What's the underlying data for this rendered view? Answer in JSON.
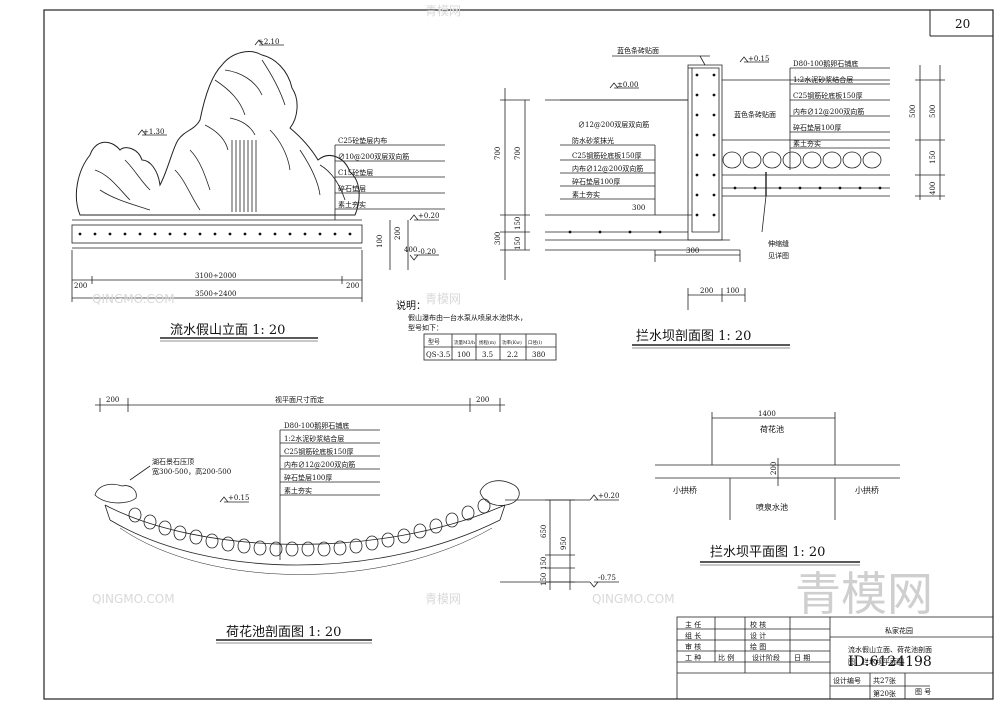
{
  "page_number": "20",
  "rockery": {
    "title": "流水假山立面   1:  20",
    "elev_top": "+2.10",
    "elev_mid": "+1.30",
    "elev_base": "+0.20",
    "elev_bottom": "-0.20",
    "layers": [
      "C25砼垫层内布",
      "∅10@200双层双向筋",
      "C15砼垫层",
      "碎石垫层",
      "素土夯实"
    ],
    "dims": [
      "3100÷2000",
      "3500÷2400",
      "200",
      "200",
      "100",
      "200",
      "400"
    ]
  },
  "note": {
    "title": "说明：",
    "line1": "假山瀑布由一台水泵从喷泉水池供水，",
    "line2": "型号如下：",
    "headers": [
      "型号",
      "流量M3/h",
      "扬程(m)",
      "功率(Kw)",
      "口径(l)"
    ],
    "row": [
      "QS-3.5",
      "100",
      "3.5",
      "2.2",
      "380"
    ]
  },
  "weir_section": {
    "title": "拦水坝剖面图   1:  20",
    "top_label": "蓝色条砖贴面",
    "side_label": "蓝色条砖贴面",
    "elev_pos": "+0.15",
    "elev_zero": "±0.00",
    "rebar_label": "∅12@200双层双向筋",
    "left_layers": [
      "防水砂浆抹光",
      "C25钢筋砼底板150厚",
      "内布∅12@200双向筋",
      "碎石垫层100厚",
      "素土夯实"
    ],
    "right_layers": [
      "D80-100鹅卵石铺底",
      "1:2水泥砂浆结合层",
      "C25钢筋砼底板150厚",
      "内布∅12@200双向筋",
      "碎石垫层100厚",
      "素土夯实"
    ],
    "joint_label_1": "伸缩缝",
    "joint_label_2": "见详图",
    "dims_left": [
      "700",
      "700",
      "300",
      "150",
      "150"
    ],
    "dims_right": [
      "500",
      "500",
      "150",
      "400"
    ],
    "dims_bottom": [
      "300",
      "300",
      "200",
      "100"
    ]
  },
  "lotus_section": {
    "title": "荷花池剖面图   1:  20",
    "span_label": "视平面尺寸而定",
    "dim_200_left": "200",
    "dim_200_right": "200",
    "stone_label_1": "湖石景石压顶",
    "stone_label_2": "宽300-500，高200-500",
    "layers": [
      "D80-100鹅卵石铺底",
      "1:2水泥砂浆结合层",
      "C25钢筋砼底板150厚",
      "内布∅12@200双向筋",
      "碎石垫层100厚",
      "素土夯实"
    ],
    "elev_left": "+0.15",
    "elev_right": "+0.20",
    "elev_bottom": "-0.75",
    "dims_right": [
      "650",
      "950",
      "150",
      "150"
    ]
  },
  "weir_plan": {
    "title": "拦水坝平面图   1:  20",
    "width": "1400",
    "lotus_pond": "荷花池",
    "fountain_pool": "喷泉水池",
    "bridge_left": "小拱桥",
    "bridge_right": "小拱桥",
    "dim_200": "200"
  },
  "title_block": {
    "left_rows": [
      [
        "主  任",
        "",
        "校  核",
        ""
      ],
      [
        "组  长",
        "",
        "设  计",
        ""
      ],
      [
        "审  核",
        "",
        "绘  图",
        ""
      ],
      [
        "工  种",
        "比  例",
        "设计阶段",
        "日  期"
      ]
    ],
    "design_no": "设计编号",
    "total_sheets": "共27张",
    "sheet_no": "第20张",
    "drawing_no": "图   号",
    "project": "私家花园",
    "drawing_title_1": "流水假山立面、荷花池剖面",
    "drawing_title_2": "图、拦水坝平面图"
  },
  "watermarks": {
    "small": "QINGMO.COM",
    "small_cn": "青模网",
    "big_cn": "青模网",
    "id": "ID:6124198"
  }
}
